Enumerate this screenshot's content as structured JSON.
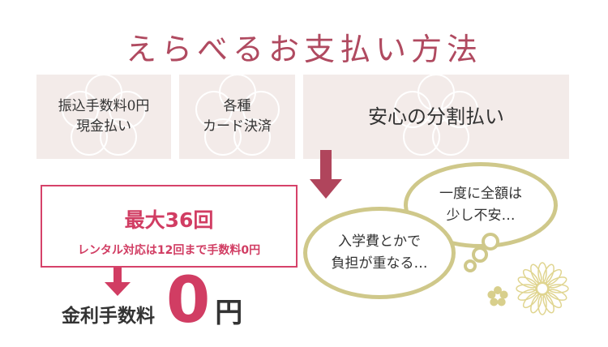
{
  "title": "えらべるお支払い方法",
  "options": [
    {
      "lines": [
        "振込手数料0円",
        "現金払い"
      ]
    },
    {
      "lines": [
        "各種",
        "カード決済"
      ]
    },
    {
      "lines": [
        "安心の分割払い"
      ]
    }
  ],
  "installment": {
    "headline": "最大36回",
    "note": "レンタル対応は12回まで手数料0円"
  },
  "fee": {
    "label": "金利手数料",
    "value": "0",
    "unit": "円"
  },
  "bubbles": [
    {
      "lines": [
        "一度に全額は",
        "少し不安…"
      ]
    },
    {
      "lines": [
        "入学費とかで",
        "負担が重なる…"
      ]
    }
  ],
  "colors": {
    "accent": "#d13d63",
    "title": "#b04a60",
    "box": "#f3ebe9",
    "bubble": "#cfc88a"
  }
}
